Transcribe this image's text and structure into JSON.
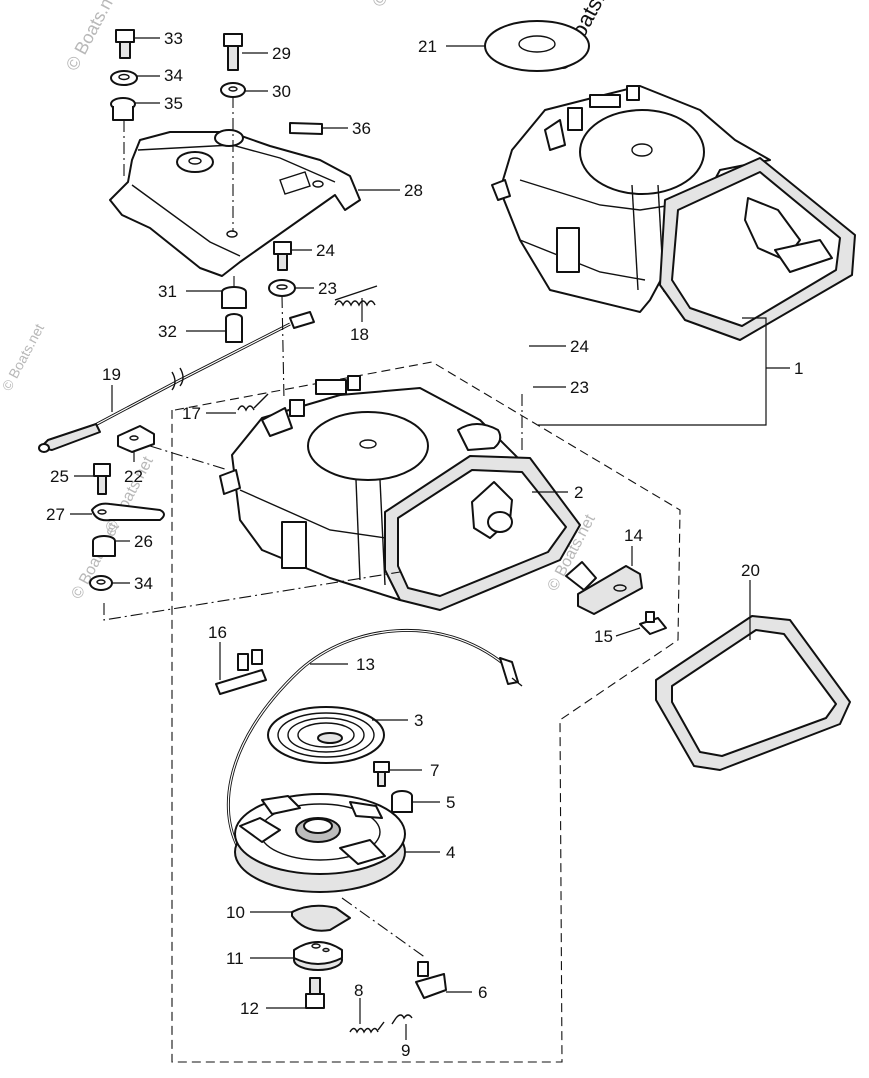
{
  "diagram": {
    "watermark_main": "© Boats.net",
    "watermark_faint": "© Boats.net",
    "callouts": {
      "1": "1",
      "2": "2",
      "3": "3",
      "4": "4",
      "5": "5",
      "6": "6",
      "7": "7",
      "8": "8",
      "9": "9",
      "10": "10",
      "11": "11",
      "12": "12",
      "13": "13",
      "14": "14",
      "15": "15",
      "16": "16",
      "17": "17",
      "18": "18",
      "19": "19",
      "20": "20",
      "21": "21",
      "22": "22",
      "23a": "23",
      "23b": "23",
      "24a": "24",
      "24b": "24",
      "25": "25",
      "26": "26",
      "27": "27",
      "28": "28",
      "29": "29",
      "30": "30",
      "31": "31",
      "32": "32",
      "33": "33",
      "34a": "34",
      "34b": "34",
      "35": "35",
      "36": "36"
    }
  }
}
